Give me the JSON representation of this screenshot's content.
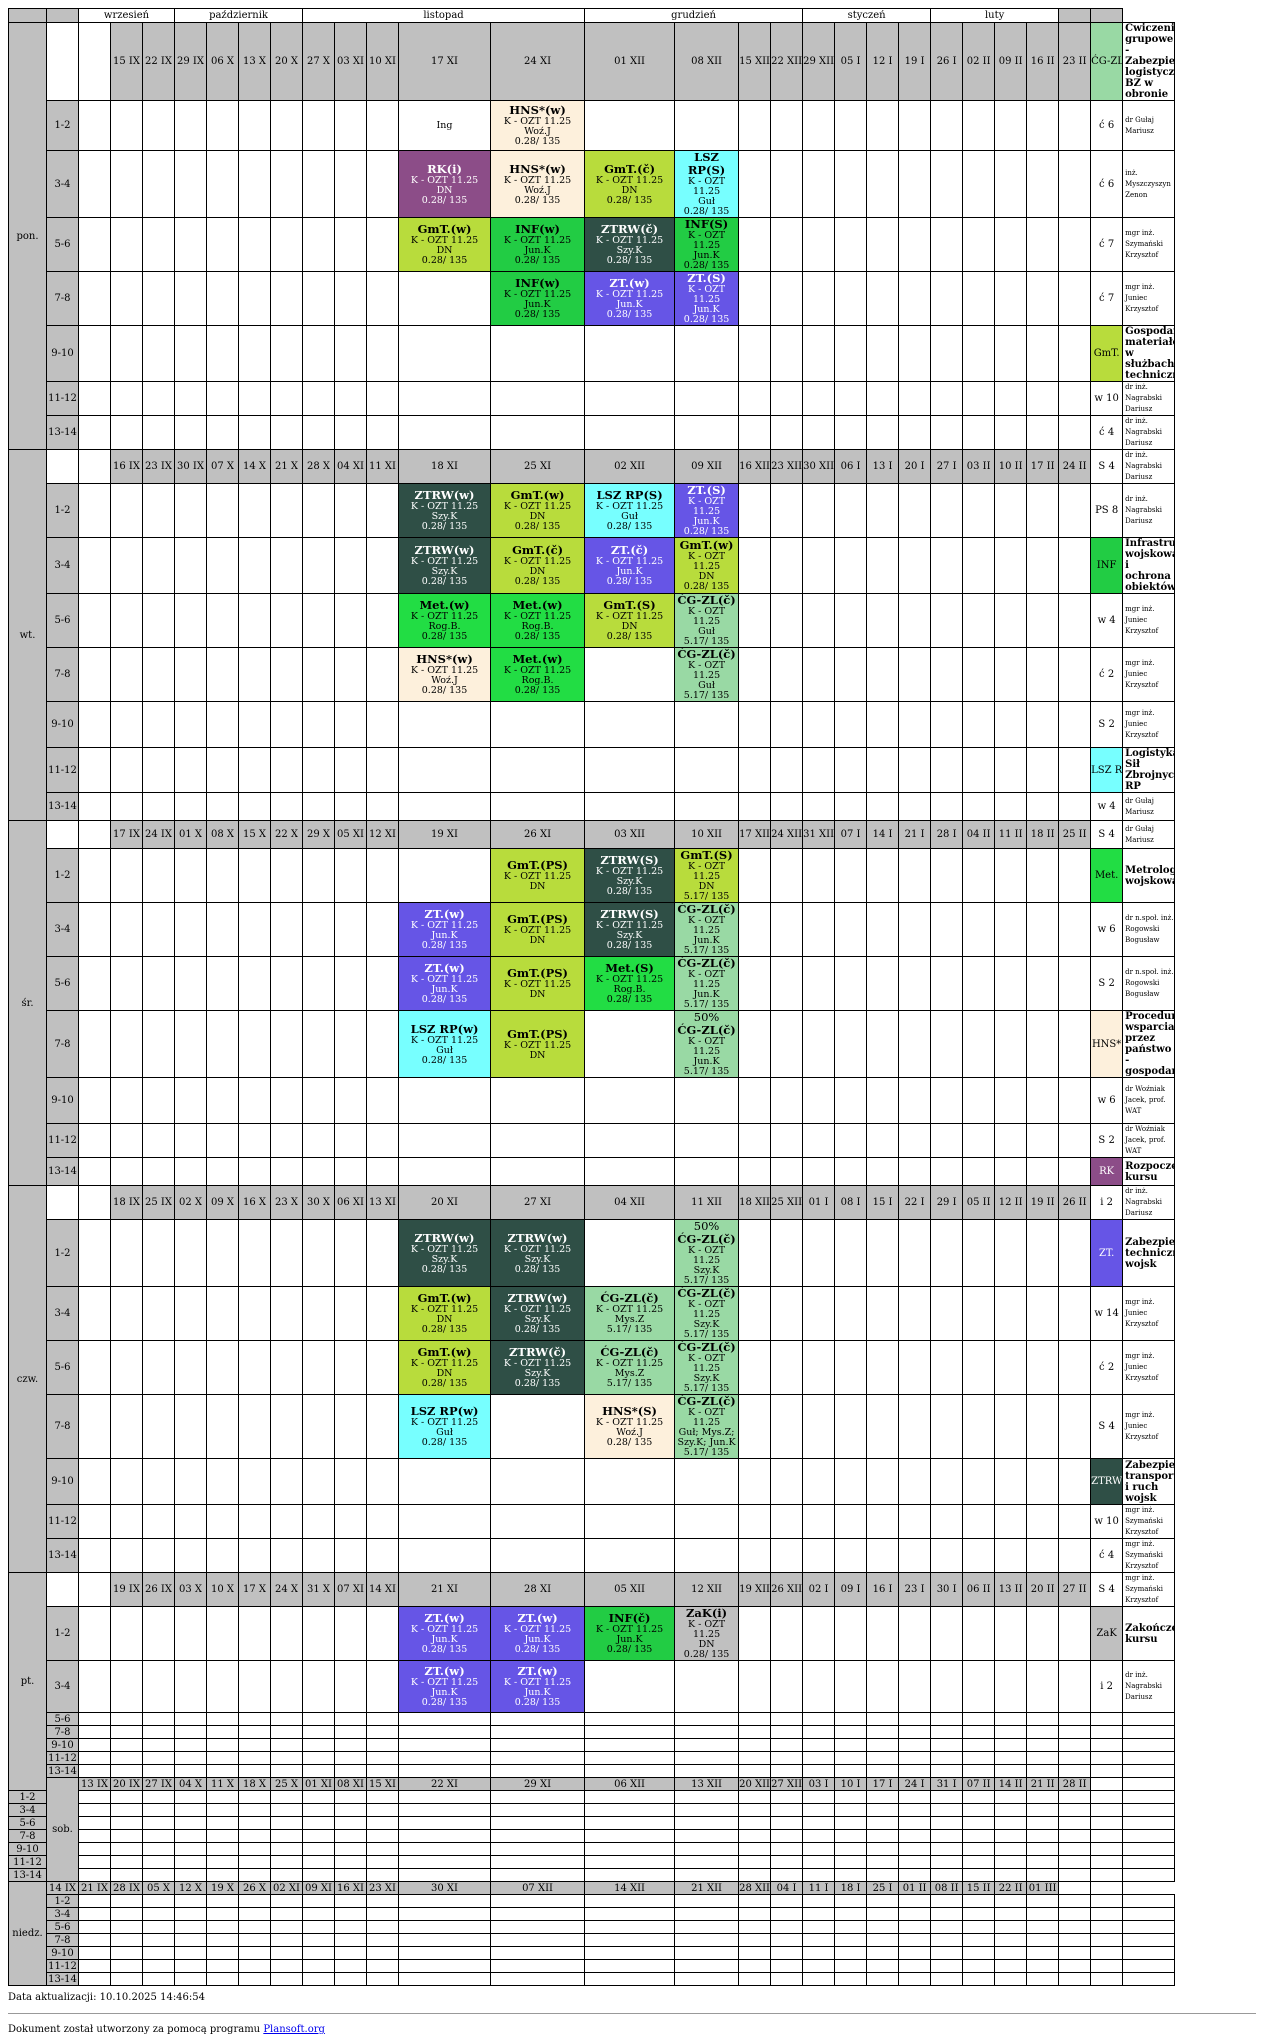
{
  "months": [
    "wrzesień",
    "październik",
    "listopad",
    "grudzień",
    "styczeń",
    "luty"
  ],
  "slots": [
    "1-2",
    "3-4",
    "5-6",
    "7-8",
    "9-10",
    "11-12",
    "13-14"
  ],
  "days": [
    {
      "name": "pon.",
      "weeks": [
        "15 IX",
        "22 IX",
        "29 IX",
        "06 X",
        "13 X",
        "20 X",
        "27 X",
        "03 XI",
        "10 XI",
        "17 XI",
        "24 XI",
        "01 XII",
        "08 XII",
        "15 XII",
        "22 XII",
        "29 XII",
        "05 I",
        "12 I",
        "19 I",
        "26 I",
        "02 II",
        "09 II",
        "16 II",
        "23 II"
      ]
    },
    {
      "name": "wt.",
      "weeks": [
        "16 IX",
        "23 IX",
        "30 IX",
        "07 X",
        "14 X",
        "21 X",
        "28 X",
        "04 XI",
        "11 XI",
        "18 XI",
        "25 XI",
        "02 XII",
        "09 XII",
        "16 XII",
        "23 XII",
        "30 XII",
        "06 I",
        "13 I",
        "20 I",
        "27 I",
        "03 II",
        "10 II",
        "17 II",
        "24 II"
      ]
    },
    {
      "name": "śr.",
      "weeks": [
        "17 IX",
        "24 IX",
        "01 X",
        "08 X",
        "15 X",
        "22 X",
        "29 X",
        "05 XI",
        "12 XI",
        "19 XI",
        "26 XI",
        "03 XII",
        "10 XII",
        "17 XII",
        "24 XII",
        "31 XII",
        "07 I",
        "14 I",
        "21 I",
        "28 I",
        "04 II",
        "11 II",
        "18 II",
        "25 II"
      ]
    },
    {
      "name": "czw.",
      "weeks": [
        "18 IX",
        "25 IX",
        "02 X",
        "09 X",
        "16 X",
        "23 X",
        "30 X",
        "06 XI",
        "13 XI",
        "20 XI",
        "27 XI",
        "04 XII",
        "11 XII",
        "18 XII",
        "25 XII",
        "01 I",
        "08 I",
        "15 I",
        "22 I",
        "29 I",
        "05 II",
        "12 II",
        "19 II",
        "26 II"
      ]
    },
    {
      "name": "pt.",
      "weeks": [
        "19 IX",
        "26 IX",
        "03 X",
        "10 X",
        "17 X",
        "24 X",
        "31 X",
        "07 XI",
        "14 XI",
        "21 XI",
        "28 XI",
        "05 XII",
        "12 XII",
        "19 XII",
        "26 XII",
        "02 I",
        "09 I",
        "16 I",
        "23 I",
        "30 I",
        "06 II",
        "13 II",
        "20 II",
        "27 II"
      ]
    },
    {
      "name": "sob.",
      "weeks": [
        "13 IX",
        "20 IX",
        "27 IX",
        "04 X",
        "11 X",
        "18 X",
        "25 X",
        "01 XI",
        "08 XI",
        "15 XI",
        "22 XI",
        "29 XI",
        "06 XII",
        "13 XII",
        "20 XII",
        "27 XII",
        "03 I",
        "10 I",
        "17 I",
        "24 I",
        "31 I",
        "07 II",
        "14 II",
        "21 II",
        "28 II"
      ]
    },
    {
      "name": "niedz.",
      "weeks": [
        "14 IX",
        "21 IX",
        "28 IX",
        "05 X",
        "12 X",
        "19 X",
        "26 X",
        "02 XI",
        "09 XI",
        "16 XI",
        "23 XI",
        "30 XI",
        "07 XII",
        "14 XII",
        "21 XII",
        "28 XII",
        "04 I",
        "11 I",
        "18 I",
        "25 I",
        "01 II",
        "08 II",
        "15 II",
        "22 II",
        "01 III"
      ]
    }
  ],
  "colors": {
    "cg": "#99d9a4",
    "gmt": "#b8dc3c",
    "inf": "#22cc44",
    "lsz": "#77ffff",
    "met": "#22dd44",
    "hns": "#fdf0dc",
    "rk": "#8c4d88",
    "zt": "#6655e6",
    "ztrw": "#2f4f46",
    "zak": "#c0c0c0"
  },
  "events": [
    {
      "d": 0,
      "s": 0,
      "w": 9,
      "k": "none",
      "lines": [
        "Ing"
      ]
    },
    {
      "d": 0,
      "s": 0,
      "w": 10,
      "k": "hns",
      "t": "HNS*(w)",
      "lines": [
        "K - OZT 11.25",
        "Woź.J",
        "0.28/ 135"
      ]
    },
    {
      "d": 0,
      "s": 1,
      "w": 9,
      "k": "rk",
      "t": "RK(i)",
      "lines": [
        "K - OZT 11.25",
        "DN",
        "0.28/ 135"
      ]
    },
    {
      "d": 0,
      "s": 1,
      "w": 10,
      "k": "hns",
      "t": "HNS*(w)",
      "lines": [
        "K - OZT 11.25",
        "Woź.J",
        "0.28/ 135"
      ]
    },
    {
      "d": 0,
      "s": 1,
      "w": 11,
      "k": "gmt",
      "t": "GmT.(č)",
      "lines": [
        "K - OZT 11.25",
        "DN",
        "0.28/ 135"
      ]
    },
    {
      "d": 0,
      "s": 1,
      "w": 12,
      "k": "lsz",
      "t": "LSZ RP(S)",
      "lines": [
        "K - OZT 11.25",
        "Guł",
        "0.28/ 135"
      ]
    },
    {
      "d": 0,
      "s": 2,
      "w": 9,
      "k": "gmt",
      "t": "GmT.(w)",
      "lines": [
        "K - OZT 11.25",
        "DN",
        "0.28/ 135"
      ]
    },
    {
      "d": 0,
      "s": 2,
      "w": 10,
      "k": "inf",
      "t": "INF(w)",
      "lines": [
        "K - OZT 11.25",
        "Jun.K",
        "0.28/ 135"
      ]
    },
    {
      "d": 0,
      "s": 2,
      "w": 11,
      "k": "ztrw",
      "t": "ZTRW(č)",
      "lines": [
        "K - OZT 11.25",
        "Szy.K",
        "0.28/ 135"
      ]
    },
    {
      "d": 0,
      "s": 2,
      "w": 12,
      "k": "inf",
      "t": "INF(S)",
      "lines": [
        "K - OZT 11.25",
        "Jun.K",
        "0.28/ 135"
      ]
    },
    {
      "d": 0,
      "s": 3,
      "w": 10,
      "k": "inf",
      "t": "INF(w)",
      "lines": [
        "K - OZT 11.25",
        "Jun.K",
        "0.28/ 135"
      ]
    },
    {
      "d": 0,
      "s": 3,
      "w": 11,
      "k": "zt",
      "t": "ZT.(w)",
      "lines": [
        "K - OZT 11.25",
        "Jun.K",
        "0.28/ 135"
      ]
    },
    {
      "d": 0,
      "s": 3,
      "w": 12,
      "k": "zt",
      "t": "ZT.(S)",
      "lines": [
        "K - OZT 11.25",
        "Jun.K",
        "0.28/ 135"
      ]
    },
    {
      "d": 1,
      "s": 0,
      "w": 9,
      "k": "ztrw",
      "t": "ZTRW(w)",
      "lines": [
        "K - OZT 11.25",
        "Szy.K",
        "0.28/ 135"
      ]
    },
    {
      "d": 1,
      "s": 0,
      "w": 10,
      "k": "gmt",
      "t": "GmT.(w)",
      "lines": [
        "K - OZT 11.25",
        "DN",
        "0.28/ 135"
      ]
    },
    {
      "d": 1,
      "s": 0,
      "w": 11,
      "k": "lsz",
      "t": "LSZ RP(S)",
      "lines": [
        "K - OZT 11.25",
        "Guł",
        "0.28/ 135"
      ]
    },
    {
      "d": 1,
      "s": 0,
      "w": 12,
      "k": "zt",
      "t": "ZT.(S)",
      "lines": [
        "K - OZT 11.25",
        "Jun.K",
        "0.28/ 135"
      ]
    },
    {
      "d": 1,
      "s": 1,
      "w": 9,
      "k": "ztrw",
      "t": "ZTRW(w)",
      "lines": [
        "K - OZT 11.25",
        "Szy.K",
        "0.28/ 135"
      ]
    },
    {
      "d": 1,
      "s": 1,
      "w": 10,
      "k": "gmt",
      "t": "GmT.(č)",
      "lines": [
        "K - OZT 11.25",
        "DN",
        "0.28/ 135"
      ]
    },
    {
      "d": 1,
      "s": 1,
      "w": 11,
      "k": "zt",
      "t": "ZT.(č)",
      "lines": [
        "K - OZT 11.25",
        "Jun.K",
        "0.28/ 135"
      ]
    },
    {
      "d": 1,
      "s": 1,
      "w": 12,
      "k": "gmt",
      "t": "GmT.(w)",
      "lines": [
        "K - OZT 11.25",
        "DN",
        "0.28/ 135"
      ]
    },
    {
      "d": 1,
      "s": 2,
      "w": 9,
      "k": "met",
      "t": "Met.(w)",
      "lines": [
        "K - OZT 11.25",
        "Rog.B.",
        "0.28/ 135"
      ]
    },
    {
      "d": 1,
      "s": 2,
      "w": 10,
      "k": "met",
      "t": "Met.(w)",
      "lines": [
        "K - OZT 11.25",
        "Rog.B.",
        "0.28/ 135"
      ]
    },
    {
      "d": 1,
      "s": 2,
      "w": 11,
      "k": "gmt",
      "t": "GmT.(S)",
      "lines": [
        "K - OZT 11.25",
        "DN",
        "0.28/ 135"
      ]
    },
    {
      "d": 1,
      "s": 2,
      "w": 12,
      "k": "cg",
      "t": "ĆG-ZL(č)",
      "lines": [
        "K - OZT 11.25",
        "Guł",
        "5.17/ 135"
      ]
    },
    {
      "d": 1,
      "s": 3,
      "w": 9,
      "k": "hns",
      "t": "HNS*(w)",
      "lines": [
        "K - OZT 11.25",
        "Woź.J",
        "0.28/ 135"
      ]
    },
    {
      "d": 1,
      "s": 3,
      "w": 10,
      "k": "met",
      "t": "Met.(w)",
      "lines": [
        "K - OZT 11.25",
        "Rog.B.",
        "0.28/ 135"
      ]
    },
    {
      "d": 1,
      "s": 3,
      "w": 12,
      "k": "cg",
      "t": "ĆG-ZL(č)",
      "lines": [
        "K - OZT 11.25",
        "Guł",
        "5.17/ 135"
      ]
    },
    {
      "d": 2,
      "s": 0,
      "w": 10,
      "k": "gmt",
      "t": "GmT.(PS)",
      "lines": [
        "K - OZT 11.25",
        "DN"
      ]
    },
    {
      "d": 2,
      "s": 0,
      "w": 11,
      "k": "ztrw",
      "t": "ZTRW(S)",
      "lines": [
        "K - OZT 11.25",
        "Szy.K",
        "0.28/ 135"
      ]
    },
    {
      "d": 2,
      "s": 0,
      "w": 12,
      "k": "gmt",
      "t": "GmT.(S)",
      "lines": [
        "K - OZT 11.25",
        "DN",
        "5.17/ 135"
      ]
    },
    {
      "d": 2,
      "s": 1,
      "w": 9,
      "k": "zt",
      "t": "ZT.(w)",
      "lines": [
        "K - OZT 11.25",
        "Jun.K",
        "0.28/ 135"
      ]
    },
    {
      "d": 2,
      "s": 1,
      "w": 10,
      "k": "gmt",
      "t": "GmT.(PS)",
      "lines": [
        "K - OZT 11.25",
        "DN"
      ]
    },
    {
      "d": 2,
      "s": 1,
      "w": 11,
      "k": "ztrw",
      "t": "ZTRW(S)",
      "lines": [
        "K - OZT 11.25",
        "Szy.K",
        "0.28/ 135"
      ]
    },
    {
      "d": 2,
      "s": 1,
      "w": 12,
      "k": "cg",
      "t": "ĆG-ZL(č)",
      "lines": [
        "K - OZT 11.25",
        "Jun.K",
        "5.17/ 135"
      ]
    },
    {
      "d": 2,
      "s": 2,
      "w": 9,
      "k": "zt",
      "t": "ZT.(w)",
      "lines": [
        "K - OZT 11.25",
        "Jun.K",
        "0.28/ 135"
      ]
    },
    {
      "d": 2,
      "s": 2,
      "w": 10,
      "k": "gmt",
      "t": "GmT.(PS)",
      "lines": [
        "K - OZT 11.25",
        "DN"
      ]
    },
    {
      "d": 2,
      "s": 2,
      "w": 11,
      "k": "met",
      "t": "Met.(S)",
      "lines": [
        "K - OZT 11.25",
        "Rog.B.",
        "0.28/ 135"
      ]
    },
    {
      "d": 2,
      "s": 2,
      "w": 12,
      "k": "cg",
      "t": "ĆG-ZL(č)",
      "lines": [
        "K - OZT 11.25",
        "Jun.K",
        "5.17/ 135"
      ]
    },
    {
      "d": 2,
      "s": 3,
      "w": 9,
      "k": "lsz",
      "t": "LSZ RP(w)",
      "lines": [
        "K - OZT 11.25",
        "Guł",
        "0.28/ 135"
      ]
    },
    {
      "d": 2,
      "s": 3,
      "w": 10,
      "k": "gmt",
      "t": "GmT.(PS)",
      "lines": [
        "K - OZT 11.25",
        "DN"
      ]
    },
    {
      "d": 2,
      "s": 3,
      "w": 12,
      "k": "cg",
      "pre": "50%",
      "t": "ĆG-ZL(č)",
      "lines": [
        "K - OZT 11.25",
        "Jun.K",
        "5.17/ 135"
      ]
    },
    {
      "d": 3,
      "s": 0,
      "w": 9,
      "k": "ztrw",
      "t": "ZTRW(w)",
      "lines": [
        "K - OZT 11.25",
        "Szy.K",
        "0.28/ 135"
      ]
    },
    {
      "d": 3,
      "s": 0,
      "w": 10,
      "k": "ztrw",
      "t": "ZTRW(w)",
      "lines": [
        "K - OZT 11.25",
        "Szy.K",
        "0.28/ 135"
      ]
    },
    {
      "d": 3,
      "s": 0,
      "w": 12,
      "k": "cg",
      "pre": "50%",
      "t": "ĆG-ZL(č)",
      "lines": [
        "K - OZT 11.25",
        "Szy.K",
        "5.17/ 135"
      ]
    },
    {
      "d": 3,
      "s": 1,
      "w": 9,
      "k": "gmt",
      "t": "GmT.(w)",
      "lines": [
        "K - OZT 11.25",
        "DN",
        "0.28/ 135"
      ]
    },
    {
      "d": 3,
      "s": 1,
      "w": 10,
      "k": "ztrw",
      "t": "ZTRW(w)",
      "lines": [
        "K - OZT 11.25",
        "Szy.K",
        "0.28/ 135"
      ]
    },
    {
      "d": 3,
      "s": 1,
      "w": 11,
      "k": "cg",
      "t": "ĆG-ZL(č)",
      "lines": [
        "K - OZT 11.25",
        "Mys.Z",
        "5.17/ 135"
      ]
    },
    {
      "d": 3,
      "s": 1,
      "w": 12,
      "k": "cg",
      "t": "ĆG-ZL(č)",
      "lines": [
        "K - OZT 11.25",
        "Szy.K",
        "5.17/ 135"
      ]
    },
    {
      "d": 3,
      "s": 2,
      "w": 9,
      "k": "gmt",
      "t": "GmT.(w)",
      "lines": [
        "K - OZT 11.25",
        "DN",
        "0.28/ 135"
      ]
    },
    {
      "d": 3,
      "s": 2,
      "w": 10,
      "k": "ztrw",
      "t": "ZTRW(č)",
      "lines": [
        "K - OZT 11.25",
        "Szy.K",
        "0.28/ 135"
      ]
    },
    {
      "d": 3,
      "s": 2,
      "w": 11,
      "k": "cg",
      "t": "ĆG-ZL(č)",
      "lines": [
        "K - OZT 11.25",
        "Mys.Z",
        "5.17/ 135"
      ]
    },
    {
      "d": 3,
      "s": 2,
      "w": 12,
      "k": "cg",
      "t": "ĆG-ZL(č)",
      "lines": [
        "K - OZT 11.25",
        "Szy.K",
        "5.17/ 135"
      ]
    },
    {
      "d": 3,
      "s": 3,
      "w": 9,
      "k": "lsz",
      "t": "LSZ RP(w)",
      "lines": [
        "K - OZT 11.25",
        "Guł",
        "0.28/ 135"
      ]
    },
    {
      "d": 3,
      "s": 3,
      "w": 11,
      "k": "hns",
      "t": "HNS*(S)",
      "lines": [
        "K - OZT 11.25",
        "Woź.J",
        "0.28/ 135"
      ]
    },
    {
      "d": 3,
      "s": 3,
      "w": 12,
      "k": "cg",
      "t": "ĆG-ZL(č)",
      "lines": [
        "K - OZT 11.25",
        "Guł; Mys.Z;",
        "Szy.K; Jun.K",
        "5.17/ 135"
      ]
    },
    {
      "d": 4,
      "s": 0,
      "w": 9,
      "k": "zt",
      "t": "ZT.(w)",
      "lines": [
        "K - OZT 11.25",
        "Jun.K",
        "0.28/ 135"
      ]
    },
    {
      "d": 4,
      "s": 0,
      "w": 10,
      "k": "zt",
      "t": "ZT.(w)",
      "lines": [
        "K - OZT 11.25",
        "Jun.K",
        "0.28/ 135"
      ]
    },
    {
      "d": 4,
      "s": 0,
      "w": 11,
      "k": "inf",
      "t": "INF(č)",
      "lines": [
        "K - OZT 11.25",
        "Jun.K",
        "0.28/ 135"
      ]
    },
    {
      "d": 4,
      "s": 0,
      "w": 12,
      "k": "zak",
      "t": "ZaK(i)",
      "lines": [
        "K - OZT 11.25",
        "DN",
        "0.28/ 135"
      ]
    },
    {
      "d": 4,
      "s": 1,
      "w": 9,
      "k": "zt",
      "t": "ZT.(w)",
      "lines": [
        "K - OZT 11.25",
        "Jun.K",
        "0.28/ 135"
      ]
    },
    {
      "d": 4,
      "s": 1,
      "w": 10,
      "k": "zt",
      "t": "ZT.(w)",
      "lines": [
        "K - OZT 11.25",
        "Jun.K",
        "0.28/ 135"
      ]
    }
  ],
  "legend": [
    {
      "k": "cg",
      "code": "ĆG-ZL",
      "name": "Ćwiczenie grupowe - Zabezpieczenie logistyczne BZ w obronie"
    },
    {
      "code": "ć 6",
      "person": "dr Gułaj Mariusz"
    },
    {
      "code": "ć 6",
      "person": "inż. Myszczyszyn Zenon"
    },
    {
      "code": "ć 7",
      "person": "mgr inż. Szymański Krzysztof"
    },
    {
      "code": "ć 7",
      "person": "mgr inż. Juniec Krzysztof"
    },
    {
      "k": "gmt",
      "code": "GmT.",
      "name": "Gospodarka materiałowa w służbach technicznych"
    },
    {
      "code": "w 10",
      "person": "dr inż. Nagrabski Dariusz"
    },
    {
      "code": "ć 4",
      "person": "dr inż. Nagrabski Dariusz"
    },
    {
      "code": "S 4",
      "person": "dr inż. Nagrabski Dariusz"
    },
    {
      "code": "PS 8",
      "person": "dr inż. Nagrabski Dariusz"
    },
    {
      "k": "inf",
      "code": "INF",
      "name": "Infrastruktura wojskowa i ochrona obiektów"
    },
    {
      "code": "w 4",
      "person": "mgr inż. Juniec Krzysztof"
    },
    {
      "code": "ć 2",
      "person": "mgr inż. Juniec Krzysztof"
    },
    {
      "code": "S 2",
      "person": "mgr inż. Juniec Krzysztof"
    },
    {
      "k": "lsz",
      "code": "LSZ RP",
      "name": "Logistyka Sił Zbrojnych RP"
    },
    {
      "code": "w 4",
      "person": "dr Gułaj Mariusz"
    },
    {
      "code": "S 4",
      "person": "dr Gułaj Mariusz"
    },
    {
      "k": "met",
      "code": "Met.",
      "name": "Metrologia wojskowa"
    },
    {
      "code": "w 6",
      "person": "dr n.społ. inż. Rogowski Bogusław"
    },
    {
      "code": "S 2",
      "person": "dr n.społ. inż. Rogowski Bogusław"
    },
    {
      "k": "hns",
      "code": "HNS*",
      "name": "Procedury wsparcia przez państwo - gospodarza"
    },
    {
      "code": "w 6",
      "person": "dr Woźniak Jacek, prof. WAT"
    },
    {
      "code": "S 2",
      "person": "dr Woźniak Jacek, prof. WAT"
    },
    {
      "k": "rk",
      "code": "RK",
      "name": "Rozpoczęcie kursu"
    },
    {
      "code": "i 2",
      "person": "dr inż. Nagrabski Dariusz"
    },
    {
      "k": "zt",
      "code": "ZT.",
      "name": "Zabezpieczenie techniczne wojsk"
    },
    {
      "code": "w 14",
      "person": "mgr inż. Juniec Krzysztof"
    },
    {
      "code": "ć 2",
      "person": "mgr inż. Juniec Krzysztof"
    },
    {
      "code": "S 4",
      "person": "mgr inż. Juniec Krzysztof"
    },
    {
      "k": "ztrw",
      "code": "ZTRW",
      "name": "Zabezpieczenie transportowe i ruch wojsk"
    },
    {
      "code": "w 10",
      "person": "mgr inż. Szymański Krzysztof"
    },
    {
      "code": "ć 4",
      "person": "mgr inż. Szymański Krzysztof"
    },
    {
      "code": "S 4",
      "person": "mgr inż. Szymański Krzysztof"
    },
    {
      "k": "zak",
      "code": "ZaK",
      "name": "Zakończenie kursu"
    },
    {
      "code": "i 2",
      "person": "dr inż. Nagrabski Dariusz"
    }
  ],
  "footer": {
    "updated": "Data aktualizacji: 10.10.2025 14:46:54",
    "created": "Dokument został utworzony za pomocą programu",
    "link": "Plansoft.org"
  }
}
